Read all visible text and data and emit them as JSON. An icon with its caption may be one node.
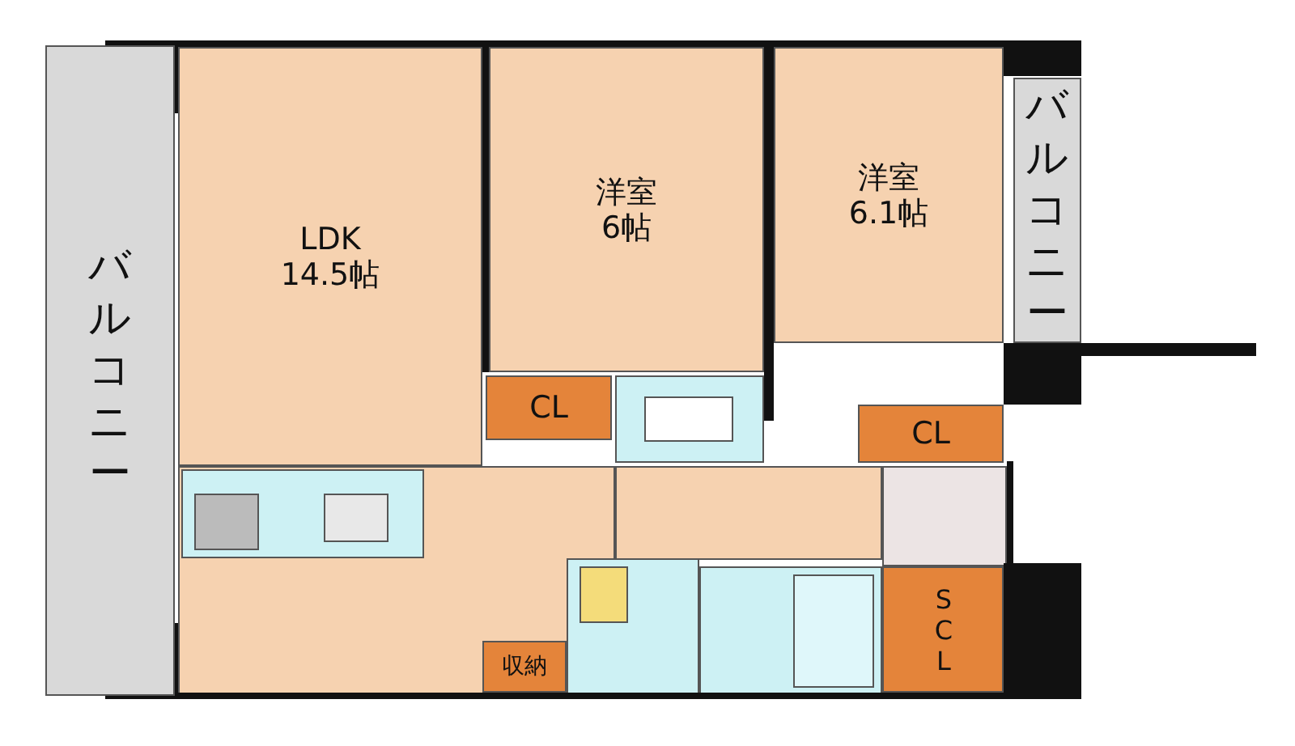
{
  "diagram": {
    "nodes": [
      {
        "text": [
          "バルコニー"
        ]
      },
      {
        "text": [
          "LDK",
          "14.5帖"
        ]
      },
      {
        "text": [
          "洋室",
          "6帖"
        ]
      },
      {
        "text": [
          "洋室",
          "6.1帖"
        ]
      },
      {
        "text": [
          "バルコニー"
        ]
      },
      {
        "text": [
          "CL"
        ]
      },
      {
        "text": [
          "CL"
        ]
      },
      {
        "text": [
          "収納"
        ]
      },
      {
        "text": [
          "SCL"
        ]
      }
    ]
  }
}
